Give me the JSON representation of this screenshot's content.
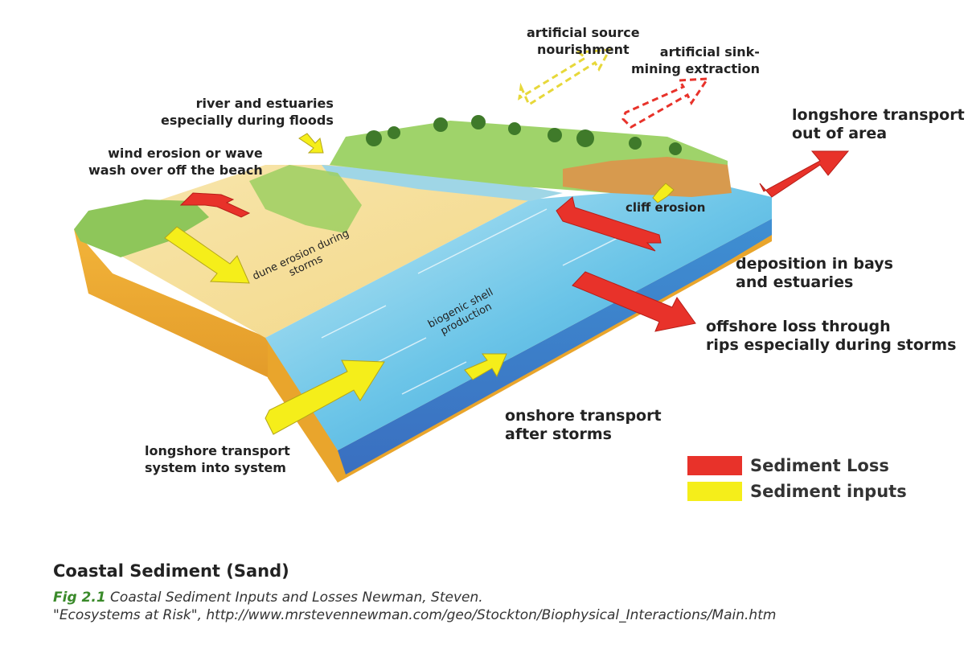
{
  "labels": {
    "artificial_source": [
      "artificial source",
      "nourishment"
    ],
    "artificial_sink": [
      "artificial sink-",
      "mining extraction"
    ],
    "river": [
      "river and estuaries",
      "especially during floods"
    ],
    "wind_erosion": [
      "wind erosion or wave",
      "wash over off the beach"
    ],
    "longshore_out": [
      "longshore transport",
      "out of area"
    ],
    "cliff_erosion": "cliff erosion",
    "deposition": [
      "deposition in bays",
      "and estuaries"
    ],
    "offshore_loss": [
      "offshore loss through",
      "rips especially during storms"
    ],
    "onshore": [
      "onshore transport",
      "after storms"
    ],
    "longshore_in": [
      "longshore transport",
      "system into system"
    ],
    "dune_erosion": [
      "dune erosion during",
      "storms"
    ],
    "biogenic": [
      "biogenic shell",
      "production"
    ]
  },
  "legend": [
    {
      "label": "Sediment Loss",
      "color": "#e8322a"
    },
    {
      "label": "Sediment inputs",
      "color": "#f5ee1a"
    }
  ],
  "title": "Coastal Sediment (Sand)",
  "caption": {
    "fig": "Fig 2.1",
    "line1": " Coastal Sediment Inputs and Losses Newman, Steven.",
    "line2": "\"Ecosystems at Risk\", http://www.mrstevennewman.com/geo/Stockton/Biophysical_Interactions/Main.htm"
  },
  "colors": {
    "loss": "#e8322a",
    "input": "#f5ee1a",
    "sea": "#4fb8de",
    "sand": "#f3dc9a"
  }
}
